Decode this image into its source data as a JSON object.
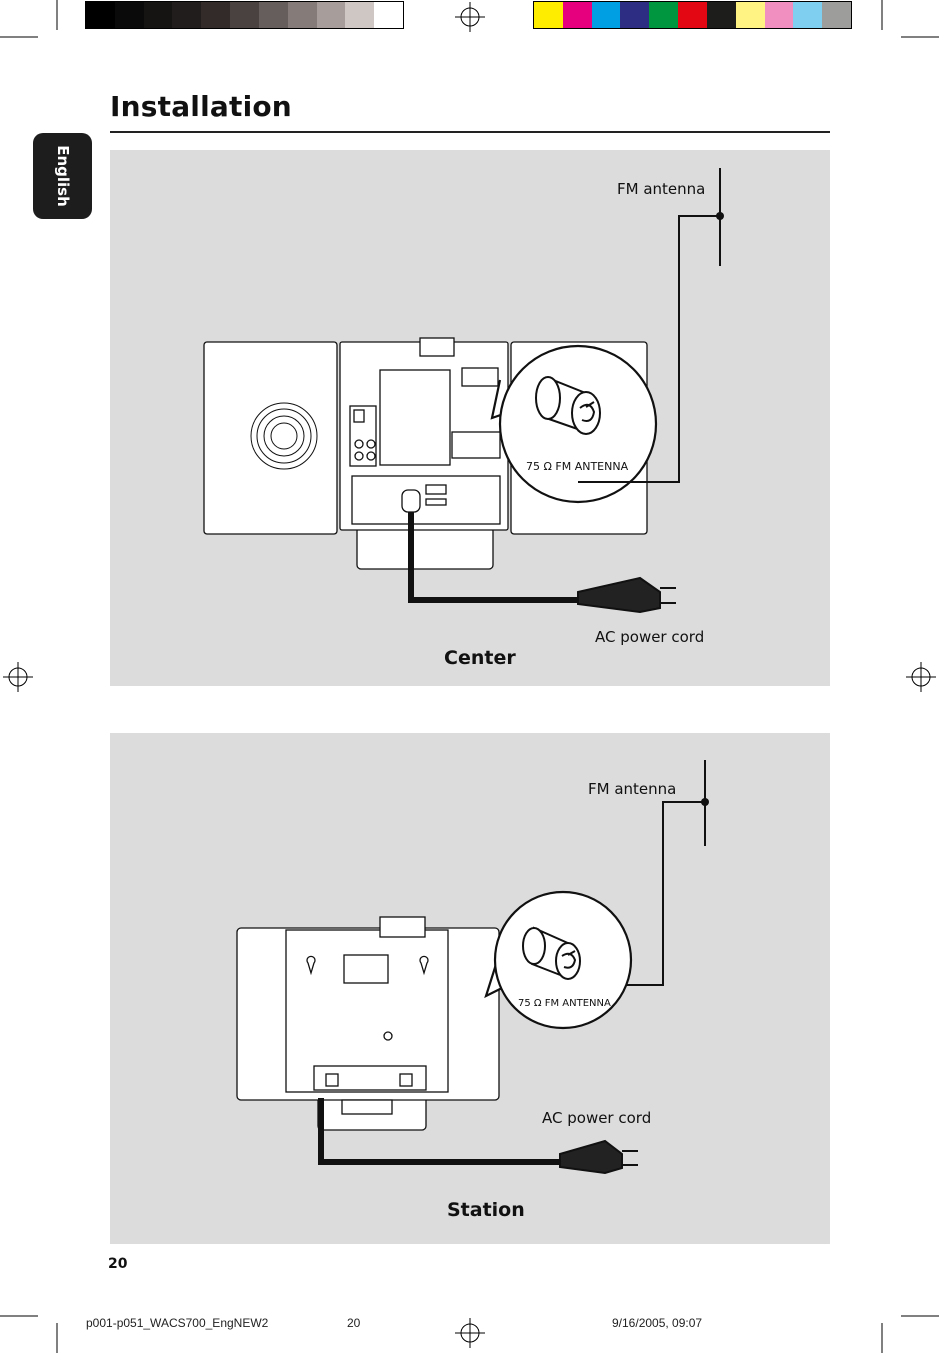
{
  "header": {
    "title": "Installation",
    "language_tab": "English",
    "color_bar_left": [
      "#000000",
      "#0b0a0a",
      "#161413",
      "#211d1c",
      "#322b2a",
      "#4a4241",
      "#665e5c",
      "#857c7a",
      "#a79e9b",
      "#cfc7c4",
      "#ffffff"
    ],
    "color_bar_right": [
      "#ffed00",
      "#e6007e",
      "#009fe3",
      "#2d2e83",
      "#009640",
      "#e30613",
      "#1d1d1b",
      "#fff383",
      "#f08fc0",
      "#7fcff0",
      "#9d9d9c"
    ]
  },
  "center_figure": {
    "fm_antenna_label": "FM antenna",
    "connector_label": "75 Ω FM ANTENNA",
    "power_cord_label": "AC power cord",
    "caption": "Center"
  },
  "station_figure": {
    "fm_antenna_label": "FM antenna",
    "connector_label": "75 Ω FM ANTENNA",
    "power_cord_label": "AC power cord",
    "caption": "Station"
  },
  "page_number": "20",
  "print_footer": {
    "file": "p001-p051_WACS700_EngNEW2",
    "page": "20",
    "timestamp": "9/16/2005, 09:07"
  }
}
